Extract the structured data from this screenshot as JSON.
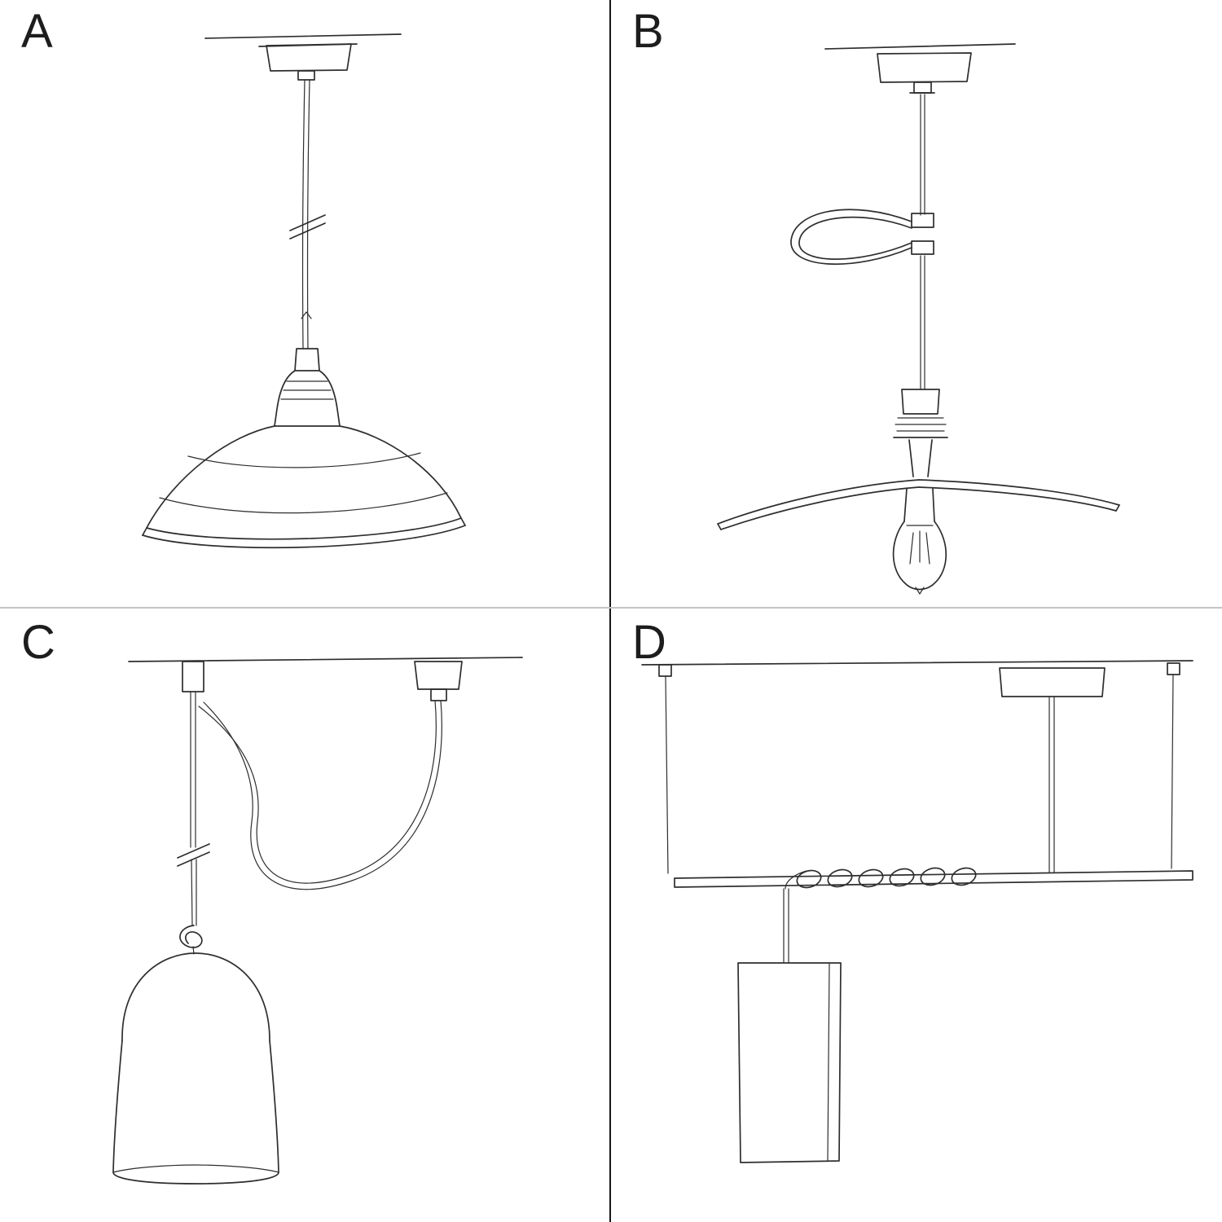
{
  "colors": {
    "background": "#ffffff",
    "ink": "#2e2e2e",
    "divider_vertical": "#161616",
    "divider_horizontal": "#c4c4c4"
  },
  "panels": [
    {
      "label": "A",
      "name": "pendant-lamp-straight-drop-industrial-shade-sketch"
    },
    {
      "label": "B",
      "name": "pendant-lamp-cable-clip-plate-shade-bulb-sketch"
    },
    {
      "label": "C",
      "name": "swag-pendant-hook-bell-shade-sketch"
    },
    {
      "label": "D",
      "name": "pendant-suspension-bar-coiled-cable-tube-shade-sketch"
    }
  ]
}
